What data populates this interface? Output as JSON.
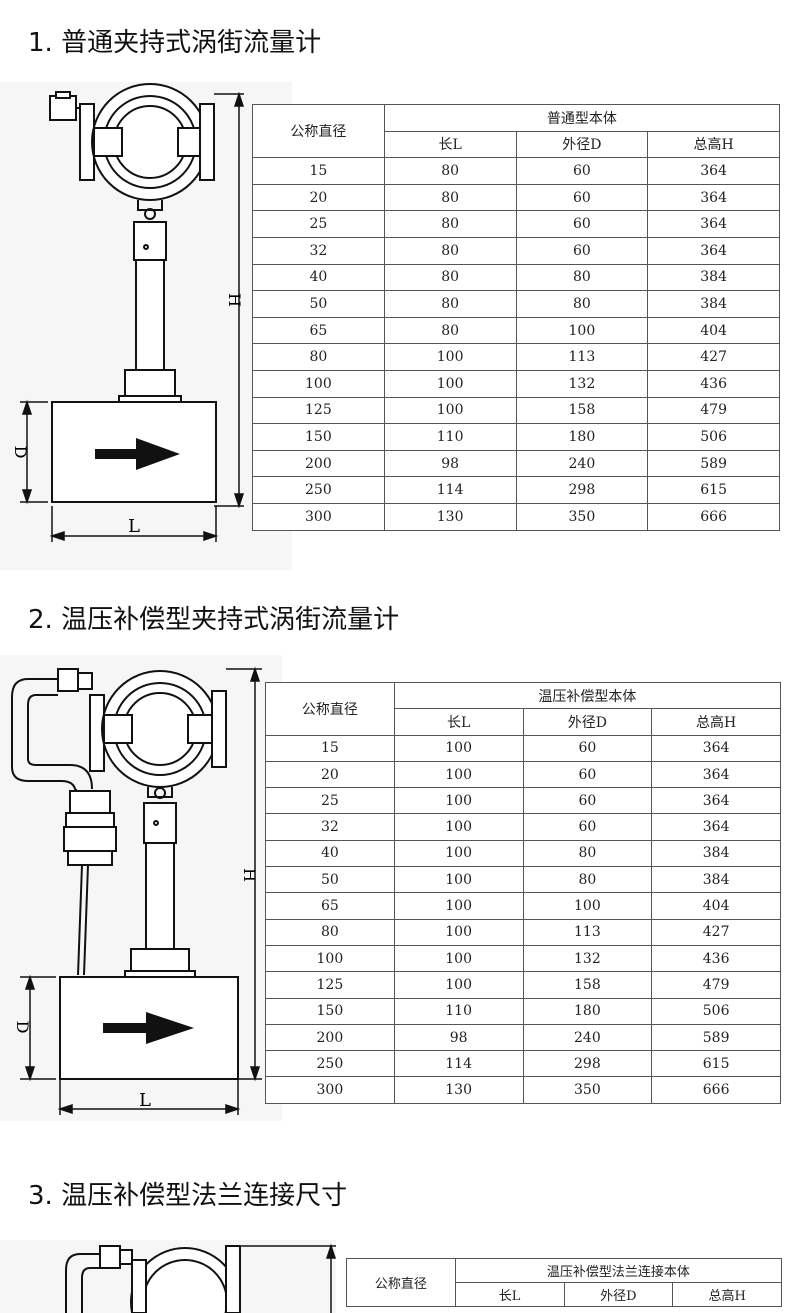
{
  "sections": [
    {
      "title": "1. 普通夹持式涡街流量计",
      "table": {
        "col_diameter": "公称直径",
        "group_header": "普通型本体",
        "col_L": "长L",
        "col_D": "外径D",
        "col_H": "总高H",
        "rows": [
          [
            "15",
            "80",
            "60",
            "364"
          ],
          [
            "20",
            "80",
            "60",
            "364"
          ],
          [
            "25",
            "80",
            "60",
            "364"
          ],
          [
            "32",
            "80",
            "60",
            "364"
          ],
          [
            "40",
            "80",
            "80",
            "384"
          ],
          [
            "50",
            "80",
            "80",
            "384"
          ],
          [
            "65",
            "80",
            "100",
            "404"
          ],
          [
            "80",
            "100",
            "113",
            "427"
          ],
          [
            "100",
            "100",
            "132",
            "436"
          ],
          [
            "125",
            "100",
            "158",
            "479"
          ],
          [
            "150",
            "110",
            "180",
            "506"
          ],
          [
            "200",
            "98",
            "240",
            "589"
          ],
          [
            "250",
            "114",
            "298",
            "615"
          ],
          [
            "300",
            "130",
            "350",
            "666"
          ]
        ]
      },
      "drawing": {
        "label_H": "H",
        "label_D": "D",
        "label_L": "L"
      }
    },
    {
      "title": "2. 温压补偿型夹持式涡街流量计",
      "table": {
        "col_diameter": "公称直径",
        "group_header": "温压补偿型本体",
        "col_L": "长L",
        "col_D": "外径D",
        "col_H": "总高H",
        "rows": [
          [
            "15",
            "100",
            "60",
            "364"
          ],
          [
            "20",
            "100",
            "60",
            "364"
          ],
          [
            "25",
            "100",
            "60",
            "364"
          ],
          [
            "32",
            "100",
            "60",
            "364"
          ],
          [
            "40",
            "100",
            "80",
            "384"
          ],
          [
            "50",
            "100",
            "80",
            "384"
          ],
          [
            "65",
            "100",
            "100",
            "404"
          ],
          [
            "80",
            "100",
            "113",
            "427"
          ],
          [
            "100",
            "100",
            "132",
            "436"
          ],
          [
            "125",
            "100",
            "158",
            "479"
          ],
          [
            "150",
            "110",
            "180",
            "506"
          ],
          [
            "200",
            "98",
            "240",
            "589"
          ],
          [
            "250",
            "114",
            "298",
            "615"
          ],
          [
            "300",
            "130",
            "350",
            "666"
          ]
        ]
      },
      "drawing": {
        "label_H": "H",
        "label_D": "D",
        "label_L": "L"
      }
    },
    {
      "title": "3. 温压补偿型法兰连接尺寸",
      "table": {
        "col_diameter": "公称直径",
        "group_header": "温压补偿型法兰连接本体",
        "col_L": "长L",
        "col_D": "外径D",
        "col_H": "总高H"
      }
    }
  ]
}
